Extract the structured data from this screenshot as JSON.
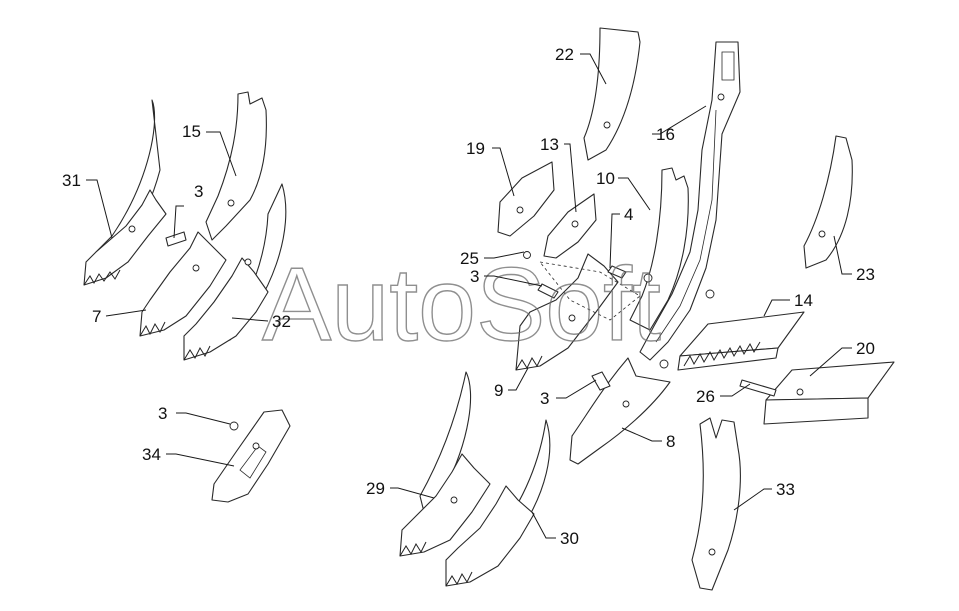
{
  "watermark": "AutoSoft",
  "callouts": {
    "c31": "31",
    "c15": "15",
    "c3a": "3",
    "c7": "7",
    "c32": "32",
    "c22": "22",
    "c19": "19",
    "c13": "13",
    "c16": "16",
    "c10": "10",
    "c4": "4",
    "c25": "25",
    "c3b": "3",
    "c23": "23",
    "c14": "14",
    "c9": "9",
    "c3c": "3",
    "c20": "20",
    "c26": "26",
    "c8": "8",
    "c3d": "3",
    "c34": "34",
    "c29": "29",
    "c30": "30",
    "c33": "33"
  }
}
